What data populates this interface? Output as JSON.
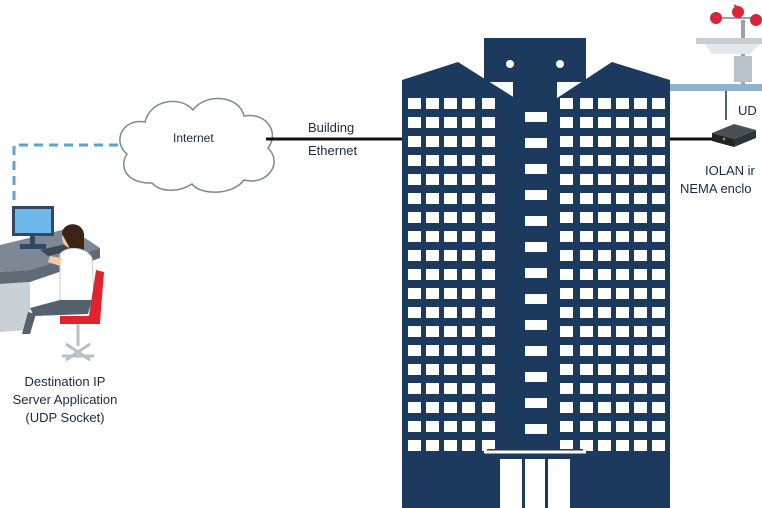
{
  "diagram": {
    "internet_label": "Internet",
    "building_ethernet_line1": "Building",
    "building_ethernet_line2": "Ethernet",
    "destination_line1": "Destination IP",
    "destination_line2": "Server Application",
    "destination_line3": "(UDP Socket)",
    "udp_label": "UD",
    "iolan_line1": "IOLAN ir",
    "iolan_line2": "NEMA enclo"
  },
  "colors": {
    "building": "#1c3a5e",
    "window": "#ffffff",
    "dashed_link": "#5aa3d4",
    "ethernet_line": "#111111",
    "weather_red": "#d9243a",
    "chair_red": "#e0232e",
    "text": "#1a2a45"
  },
  "icons": [
    "cloud-icon",
    "office-tower-icon",
    "weather-station-icon",
    "iolan-device-icon",
    "worker-at-desk-icon"
  ]
}
